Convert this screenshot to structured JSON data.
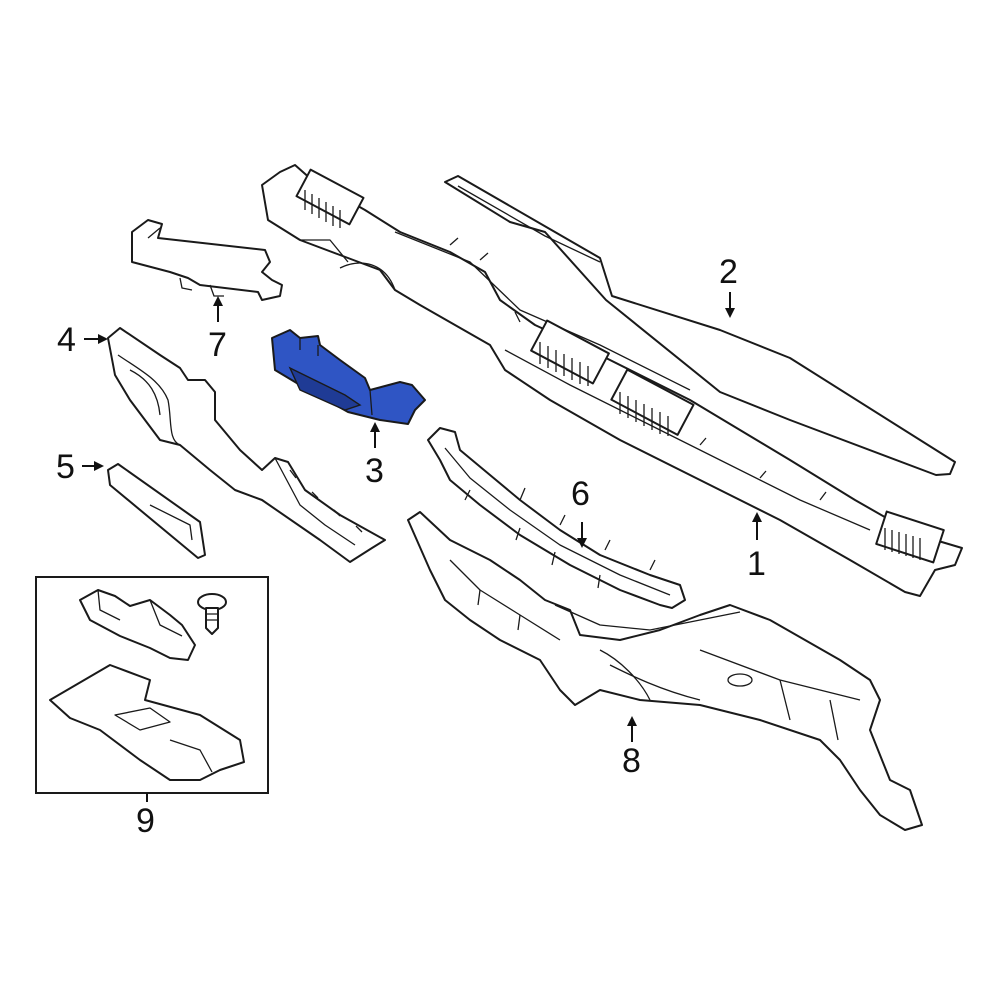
{
  "diagram": {
    "highlight_color": "#2f55c4",
    "callouts": [
      {
        "id": "1",
        "label": "1"
      },
      {
        "id": "2",
        "label": "2"
      },
      {
        "id": "3",
        "label": "3"
      },
      {
        "id": "4",
        "label": "4"
      },
      {
        "id": "5",
        "label": "5"
      },
      {
        "id": "6",
        "label": "6"
      },
      {
        "id": "7",
        "label": "7"
      },
      {
        "id": "8",
        "label": "8"
      },
      {
        "id": "9",
        "label": "9"
      }
    ],
    "highlighted_part": "3"
  }
}
